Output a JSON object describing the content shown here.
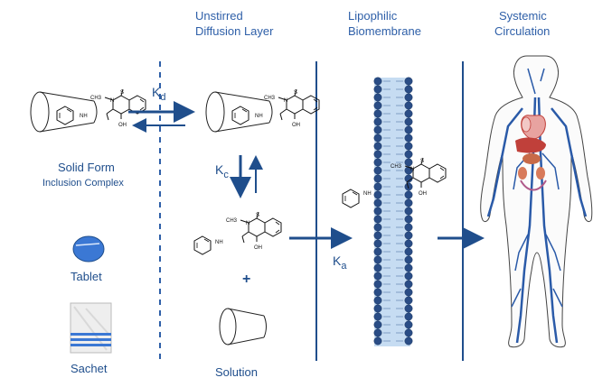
{
  "headers": {
    "diffusion": [
      "Unstirred",
      "Diffusion Layer"
    ],
    "membrane": [
      "Lipophilic",
      "Biomembrane"
    ],
    "circulation": [
      "Systemic",
      "Circulation"
    ]
  },
  "labels": {
    "solid_form": "Solid Form",
    "inclusion_complex": "Inclusion Complex",
    "tablet": "Tablet",
    "sachet": "Sachet",
    "solution": "Solution",
    "plus": "+"
  },
  "rates": {
    "kd": {
      "main": "K",
      "sub": "d"
    },
    "kc": {
      "main": "K",
      "sub": "c"
    },
    "ka": {
      "main": "K",
      "sub": "a"
    }
  },
  "atoms": {
    "methyl": "CH3",
    "nitrogen": "N",
    "sulfur": "S",
    "oxygen": "O",
    "amide_nh": "NH",
    "hydroxyl": "OH"
  },
  "colors": {
    "accent": "#1f4e8c",
    "header": "#2e5fa8",
    "membrane_bead": "#2a4d86",
    "membrane_fill": "#c6dcf2",
    "tablet": "#3b78d4",
    "body_vessels": "#2a5aa8",
    "organ_red": "#c0403a"
  }
}
